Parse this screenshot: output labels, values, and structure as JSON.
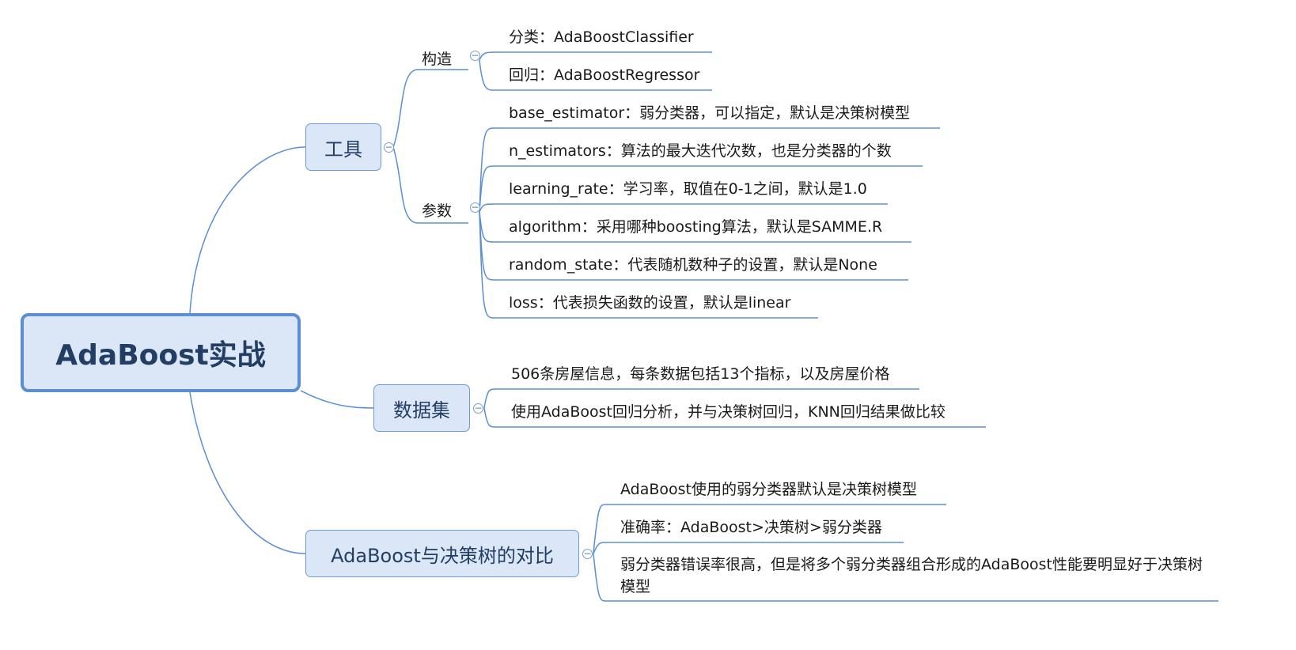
{
  "root": {
    "label": "AdaBoost实战"
  },
  "branches": {
    "tools": {
      "label": "工具",
      "construct": {
        "label": "构造",
        "items": [
          "分类：AdaBoostClassifier",
          "回归：AdaBoostRegressor"
        ]
      },
      "params": {
        "label": "参数",
        "items": [
          "base_estimator：弱分类器，可以指定，默认是决策树模型",
          "n_estimators：算法的最大迭代次数，也是分类器的个数",
          "learning_rate：学习率，取值在0-1之间，默认是1.0",
          "algorithm：采用哪种boosting算法，默认是SAMME.R",
          "random_state：代表随机数种子的设置，默认是None",
          "loss：代表损失函数的设置，默认是linear"
        ]
      }
    },
    "dataset": {
      "label": "数据集",
      "items": [
        "506条房屋信息，每条数据包括13个指标，以及房屋价格",
        "使用AdaBoost回归分析，并与决策树回归，KNN回归结果做比较"
      ]
    },
    "compare": {
      "label": "AdaBoost与决策树的对比",
      "items": [
        "AdaBoost使用的弱分类器默认是决策树模型",
        "准确率：AdaBoost>决策树>弱分类器",
        "弱分类器错误率很高，但是将多个弱分类器组合形成的AdaBoost性能要明显好于决策树模型"
      ]
    }
  },
  "colors": {
    "line": "#5b8fd4",
    "node_fill": "#dbe7f6",
    "node_text": "#233e64"
  },
  "icons": {
    "collapse": "collapse-minus-icon",
    "collapse_glyph": "−"
  }
}
